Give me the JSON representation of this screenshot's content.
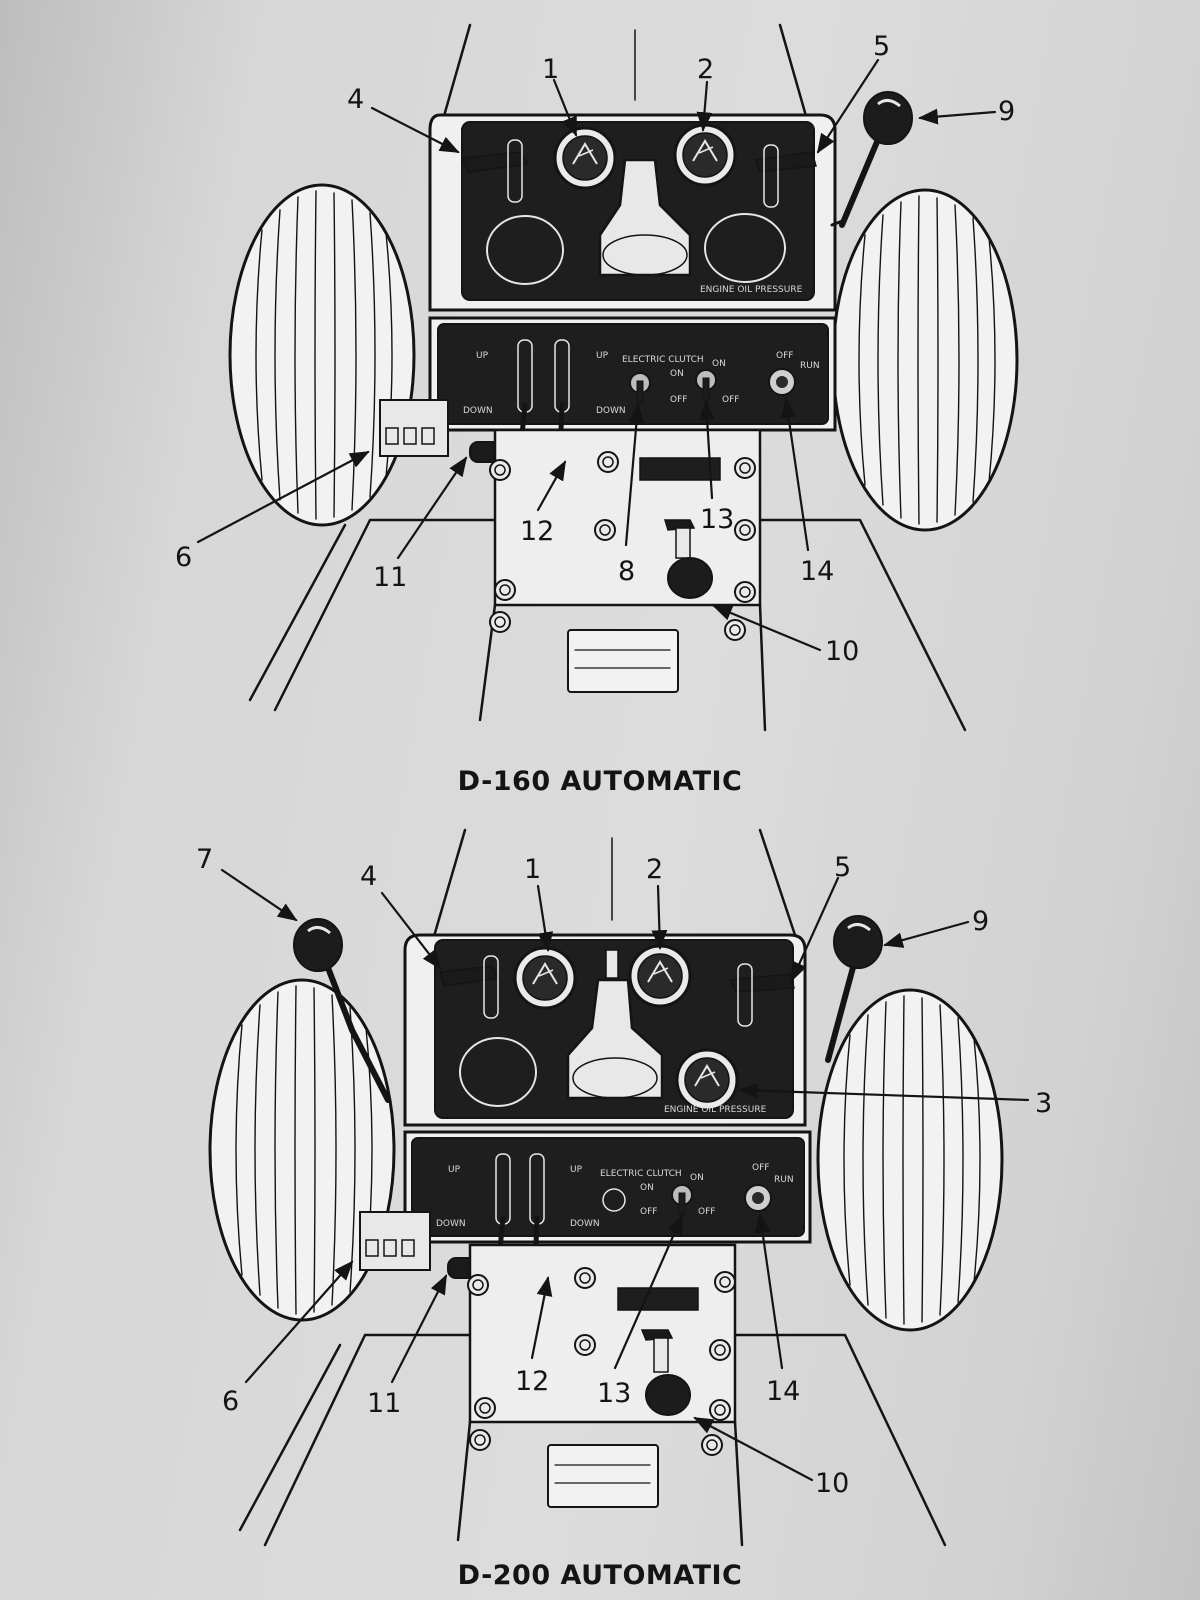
{
  "diagrams": [
    {
      "caption": "D-160 AUTOMATIC",
      "callouts": [
        "1",
        "2",
        "4",
        "5",
        "9",
        "6",
        "11",
        "12",
        "8",
        "13",
        "14",
        "10"
      ],
      "panel_labels": {
        "clutch": "ELECTRIC CLUTCH",
        "clutch_on": "ON",
        "clutch_off": "OFF",
        "lever_up": "UP",
        "lever_down": "DOWN",
        "lights_on": "ON",
        "lights_off": "OFF",
        "ignition_off": "OFF",
        "ignition_run": "RUN",
        "engine_oil_pressure": "ENGINE OIL PRESSURE"
      }
    },
    {
      "caption": "D-200 AUTOMATIC",
      "callouts": [
        "7",
        "4",
        "1",
        "2",
        "5",
        "9",
        "3",
        "6",
        "11",
        "12",
        "13",
        "14",
        "10"
      ],
      "panel_labels": {
        "clutch": "ELECTRIC CLUTCH",
        "clutch_on": "ON",
        "clutch_off": "OFF",
        "lever_up": "UP",
        "lever_down": "DOWN",
        "lights_on": "ON",
        "lights_off": "OFF",
        "ignition_off": "OFF",
        "ignition_run": "RUN",
        "engine_oil_pressure": "ENGINE OIL PRESSURE"
      }
    }
  ]
}
